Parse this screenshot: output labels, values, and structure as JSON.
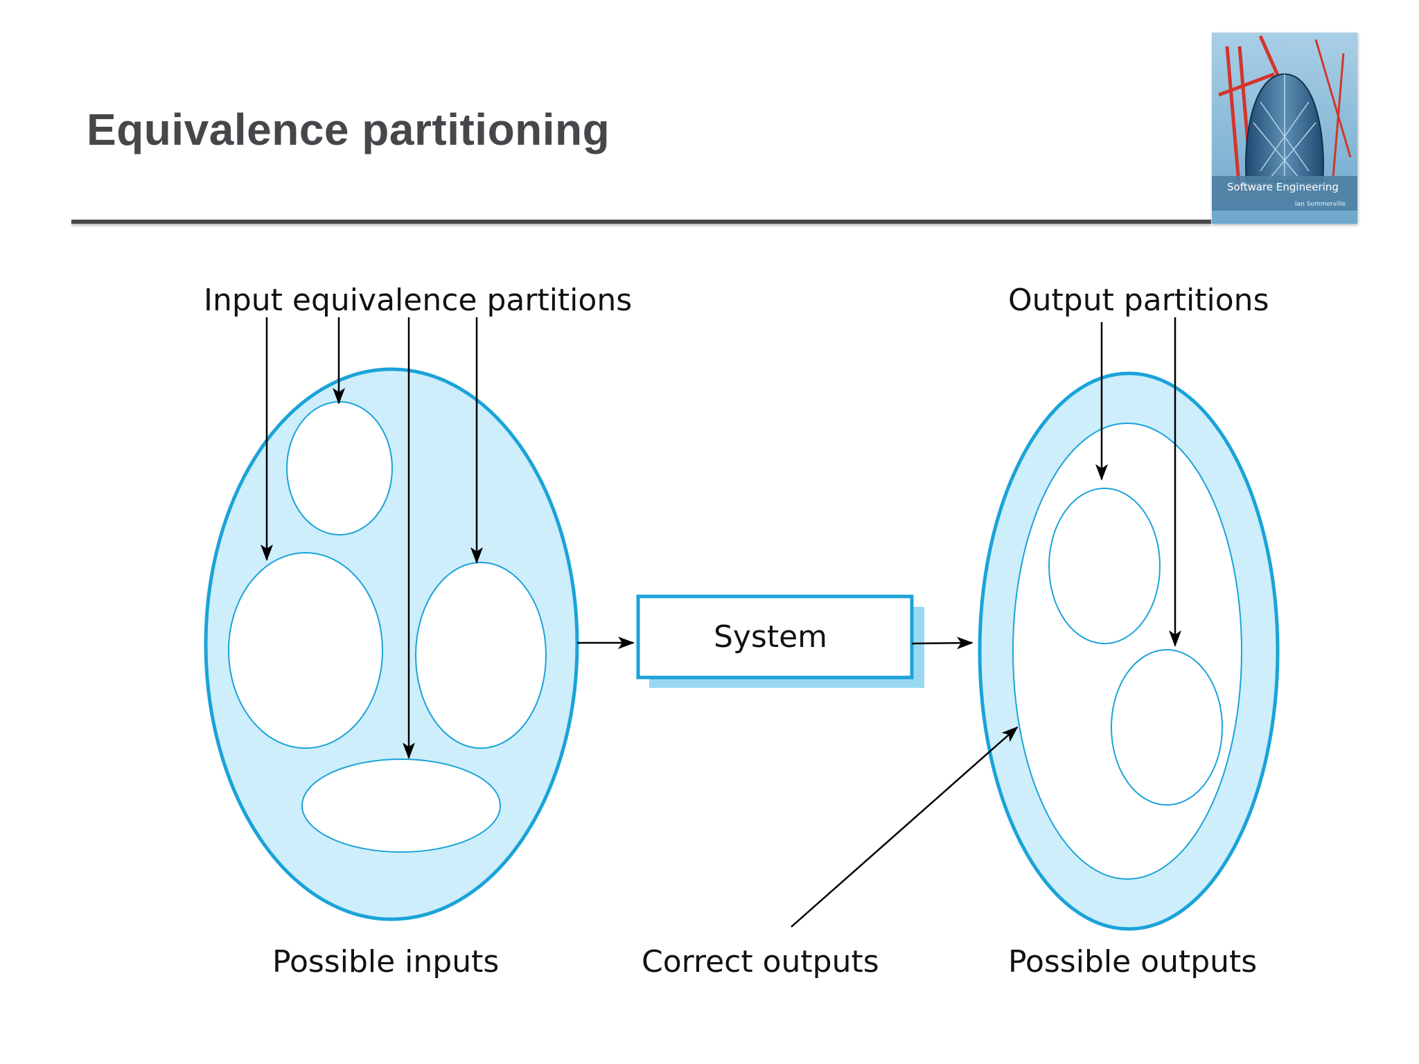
{
  "slide": {
    "title": "Equivalence partitioning"
  },
  "book_cover": {
    "icon": "book-cover-image",
    "title": "Software Engineering",
    "author": "Ian Sommerville",
    "colors": {
      "sky": "#7fb6d6",
      "crane": "#d3352c",
      "building": "#2f5f86",
      "band": "#4e7fa3"
    }
  },
  "diagram": {
    "labels": {
      "input_partitions": "Input equivalence partitions",
      "output_partitions": "Output partitions",
      "system": "System",
      "possible_inputs": "Possible inputs",
      "correct_outputs": "Correct outputs",
      "possible_outputs": "Possible outputs"
    },
    "colors": {
      "outline": "#1aa3d9",
      "fill": "#cdeefa",
      "shadow": "#99d8f2",
      "arrow": "#000000"
    }
  }
}
